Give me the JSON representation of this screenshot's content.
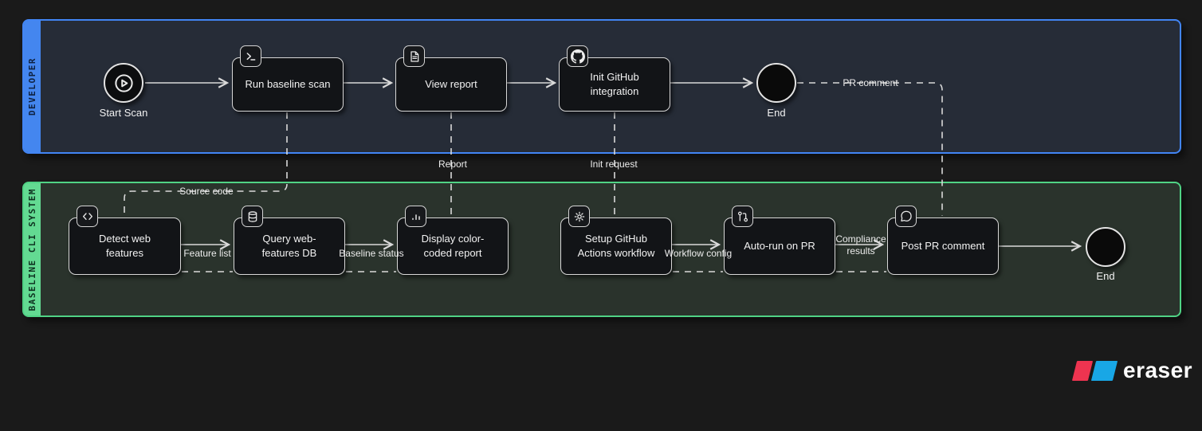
{
  "lanes": {
    "developer": {
      "label": "DEVELOPER"
    },
    "baseline_cli": {
      "label": "BASELINE CLI SYSTEM"
    }
  },
  "nodes": {
    "start_scan": {
      "label": "Start Scan",
      "icon": "play-circle-icon"
    },
    "run_baseline_scan": {
      "label": "Run baseline scan",
      "icon": "terminal-icon"
    },
    "view_report": {
      "label": "View report",
      "icon": "file-text-icon"
    },
    "init_github_integration": {
      "label": "Init GitHub integration",
      "icon": "github-icon"
    },
    "end_developer": {
      "label": "End"
    },
    "detect_web_features": {
      "label": "Detect web features",
      "icon": "code-icon"
    },
    "query_web_features_db": {
      "label": "Query web-features DB",
      "icon": "database-icon"
    },
    "display_color_coded_report": {
      "label": "Display color-coded report",
      "icon": "bar-chart-icon"
    },
    "setup_github_actions_workflow": {
      "label": "Setup GitHub Actions workflow",
      "icon": "gear-icon"
    },
    "auto_run_on_pr": {
      "label": "Auto-run on PR",
      "icon": "git-pull-request-icon"
    },
    "post_pr_comment": {
      "label": "Post PR comment",
      "icon": "message-circle-icon"
    },
    "end_baseline": {
      "label": "End"
    }
  },
  "edge_labels": {
    "source_code": "Source code",
    "report": "Report",
    "init_request": "Init request",
    "pr_comment": "PR comment",
    "feature_list": "Feature list",
    "baseline_status": "Baseline status",
    "workflow_config": "Workflow config",
    "compliance_results": "Compliance results"
  },
  "branding": {
    "logo_text": "eraser"
  },
  "colors": {
    "developer_lane_accent": "#4285f4",
    "baseline_lane_accent": "#50d385",
    "node_border": "#d8d8d8",
    "node_fill": "#121417",
    "wire": "#d9d9d9",
    "logo_red": "#ee3450",
    "logo_blue": "#18a7e6"
  }
}
